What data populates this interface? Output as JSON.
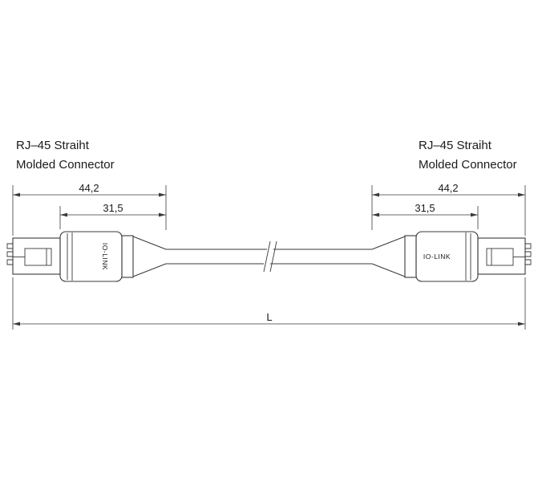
{
  "connector_labels": {
    "left": {
      "line1": "RJ–45 Straiht",
      "line2": "Molded Connector"
    },
    "right": {
      "line1": "RJ–45 Straiht",
      "line2": "Molded Connector"
    }
  },
  "dimensions": {
    "left": {
      "overall": "44,2",
      "boot": "31,5"
    },
    "right": {
      "overall": "44,2",
      "boot": "31,5"
    },
    "total_length": "L"
  },
  "connector_brand": "IO-LINK",
  "colors": {
    "line": "#3a3a3a",
    "text": "#1a1a1a",
    "background": "#ffffff"
  }
}
